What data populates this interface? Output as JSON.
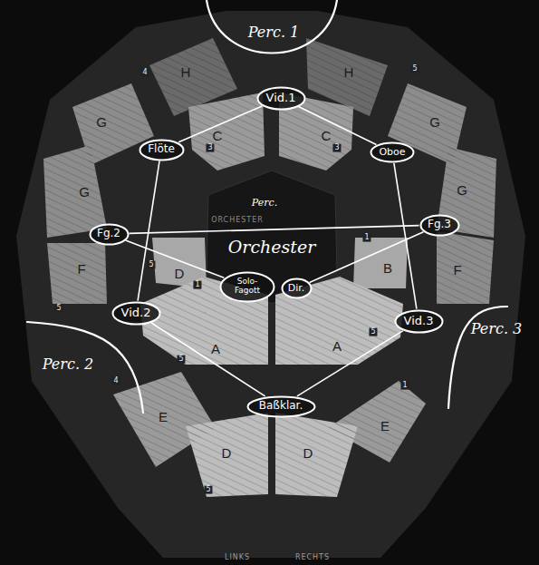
{
  "diagram": {
    "nodes": [
      {
        "text": [
          "Perc. 1"
        ]
      },
      {
        "text": [
          "Vid.1"
        ]
      },
      {
        "text": [
          "Flöte"
        ]
      },
      {
        "text": [
          "Oboe"
        ]
      },
      {
        "text": [
          "Fg.2"
        ]
      },
      {
        "text": [
          "Fg.3"
        ]
      },
      {
        "text": [
          "Solo-Fagott"
        ]
      },
      {
        "text": [
          "Dir."
        ]
      },
      {
        "text": [
          "Vid.2"
        ]
      },
      {
        "text": [
          "Vid.3"
        ]
      },
      {
        "text": [
          "Perc. 2"
        ]
      },
      {
        "text": [
          "Perc. 3"
        ]
      },
      {
        "text": [
          "Baßklar."
        ]
      }
    ],
    "edges": [
      {
        "from": 1,
        "to": 2,
        "arrow": "none"
      },
      {
        "from": 1,
        "to": 3,
        "arrow": "none"
      },
      {
        "from": 2,
        "to": 8,
        "arrow": "none"
      },
      {
        "from": 3,
        "to": 9,
        "arrow": "none"
      },
      {
        "from": 4,
        "to": 5,
        "arrow": "none"
      },
      {
        "from": 4,
        "to": 6,
        "arrow": "none"
      },
      {
        "from": 5,
        "to": 7,
        "arrow": "none"
      },
      {
        "from": 8,
        "to": 12,
        "arrow": "none"
      },
      {
        "from": 9,
        "to": 12,
        "arrow": "none"
      }
    ],
    "labels": [
      "ORCHESTER",
      "Orchester",
      "Perc.",
      "H",
      "H",
      "G",
      "G",
      "G",
      "G",
      "C",
      "C",
      "F",
      "F",
      "D",
      "B",
      "A",
      "A",
      "E",
      "E",
      "D",
      "D",
      "4",
      "5",
      "3",
      "3",
      "5",
      "1",
      "1",
      "5",
      "5",
      "4",
      "5",
      "5",
      "1",
      "LINKS",
      "RECHTS"
    ]
  }
}
